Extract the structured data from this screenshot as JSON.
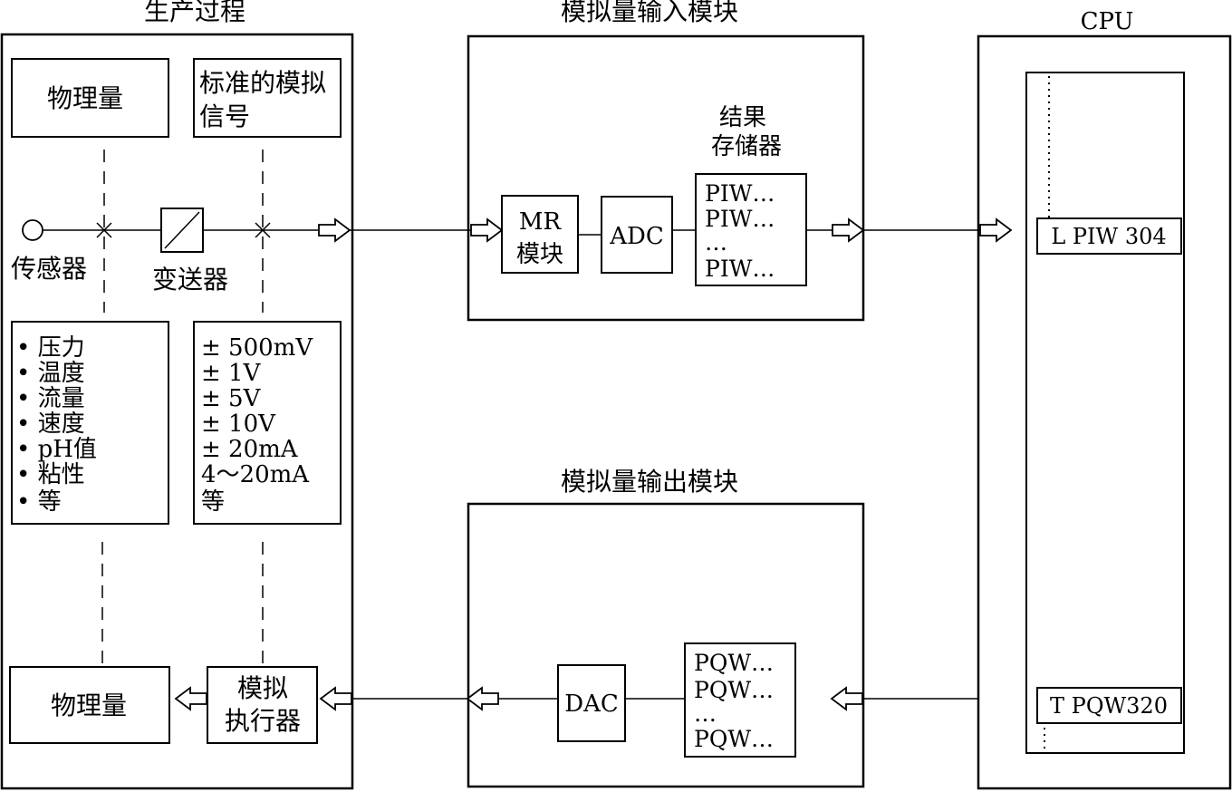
{
  "sections": {
    "production": "生产过程",
    "ai_module": "模拟量输入模块",
    "ao_module": "模拟量输出模块",
    "cpu": "CPU"
  },
  "production": {
    "physical_top": "物理量",
    "std_signal_line1": "标准的模拟",
    "std_signal_line2": "信号",
    "sensor": "传感器",
    "transmitter": "变送器",
    "quantities": [
      "• 压力",
      "• 温度",
      "• 流量",
      "• 速度",
      "• pH值",
      "• 粘性",
      "• 等"
    ],
    "signals": [
      "± 500mV",
      "±  1V",
      "±  5V",
      "±  10V",
      "± 20mA",
      "4～20mA",
      "等"
    ],
    "physical_bottom": "物理量",
    "actuator_line1": "模拟",
    "actuator_line2": "执行器"
  },
  "ai": {
    "mr_line1": "MR",
    "mr_line2": "模块",
    "adc": "ADC",
    "result_line1": "结果",
    "result_line2": "存储器",
    "piw": [
      "PIW…",
      "PIW…",
      "…",
      "PIW…"
    ]
  },
  "ao": {
    "dac": "DAC",
    "pqw": [
      "PQW…",
      "PQW…",
      "…",
      "PQW…"
    ]
  },
  "cpu_block": {
    "load": "L PIW 304",
    "transfer": "T PQW320"
  }
}
